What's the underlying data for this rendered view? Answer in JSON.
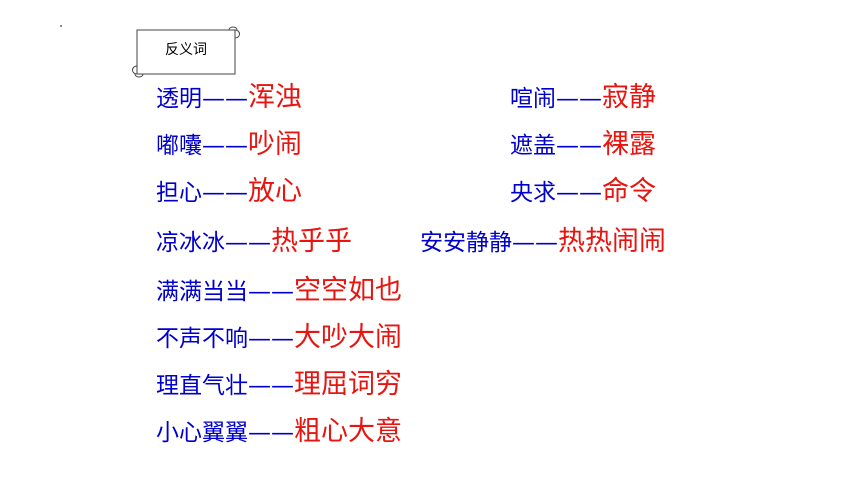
{
  "header": {
    "title": "反义词"
  },
  "dash": "——",
  "pairs": [
    {
      "word": "透明",
      "antonym": "浑浊"
    },
    {
      "word": "喧闹",
      "antonym": "寂静"
    },
    {
      "word": "嘟囔",
      "antonym": "吵闹"
    },
    {
      "word": "遮盖",
      "antonym": "裸露"
    },
    {
      "word": "担心",
      "antonym": "放心"
    },
    {
      "word": "央求",
      "antonym": "命令"
    },
    {
      "word": "凉冰冰",
      "antonym": "热乎乎"
    },
    {
      "word": "安安静静",
      "antonym": "热热闹闹"
    },
    {
      "word": "满满当当",
      "antonym": "空空如也"
    },
    {
      "word": "不声不响",
      "antonym": "大吵大闹"
    },
    {
      "word": "理直气壮",
      "antonym": "理屈词穷"
    },
    {
      "word": "小心翼翼",
      "antonym": "粗心大意"
    }
  ]
}
